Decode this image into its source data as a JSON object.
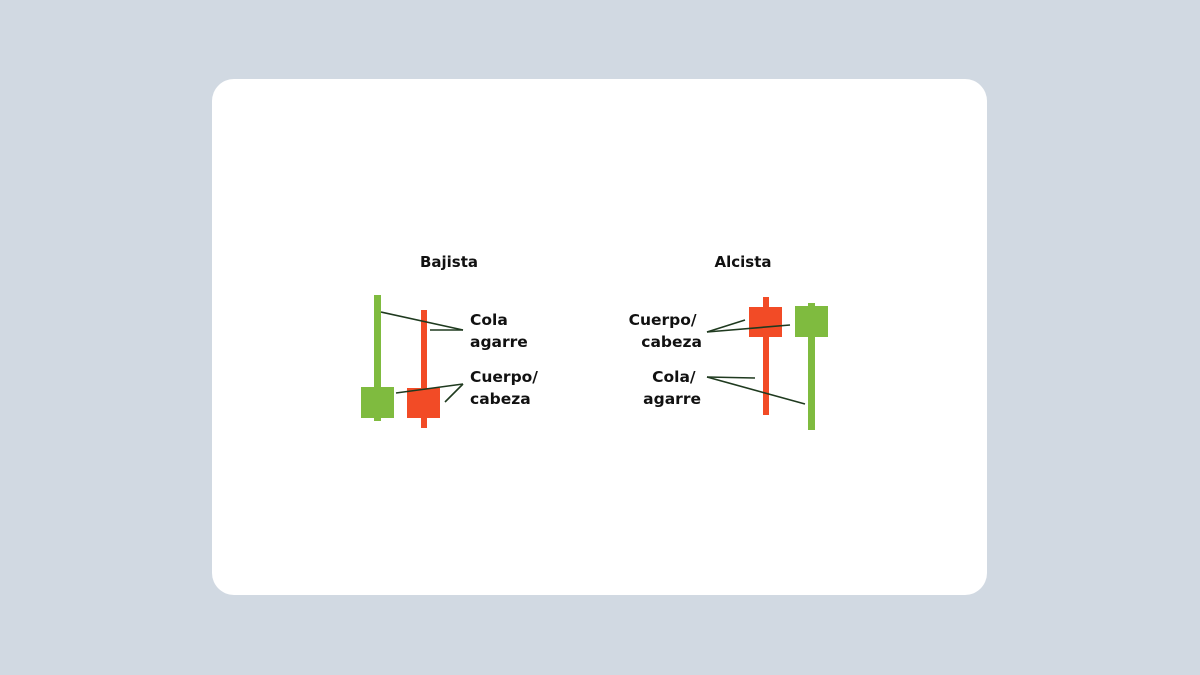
{
  "diagram": {
    "colors": {
      "background": "#d1d9e2",
      "card": "#ffffff",
      "bullish": "#7fbb3f",
      "bearish": "#f24b26",
      "pointer": "#1f3a1f"
    },
    "bearish_panel": {
      "title": "Bajista",
      "labels": [
        {
          "line1": "Cola",
          "line2": "agarre"
        },
        {
          "line1": "Cuerpo/",
          "line2": "cabeza"
        }
      ]
    },
    "bullish_panel": {
      "title": "Alcista",
      "labels": [
        {
          "line1": "Cuerpo/",
          "line2": "cabeza"
        },
        {
          "line1": "Cola/",
          "line2": "agarre"
        }
      ]
    }
  }
}
